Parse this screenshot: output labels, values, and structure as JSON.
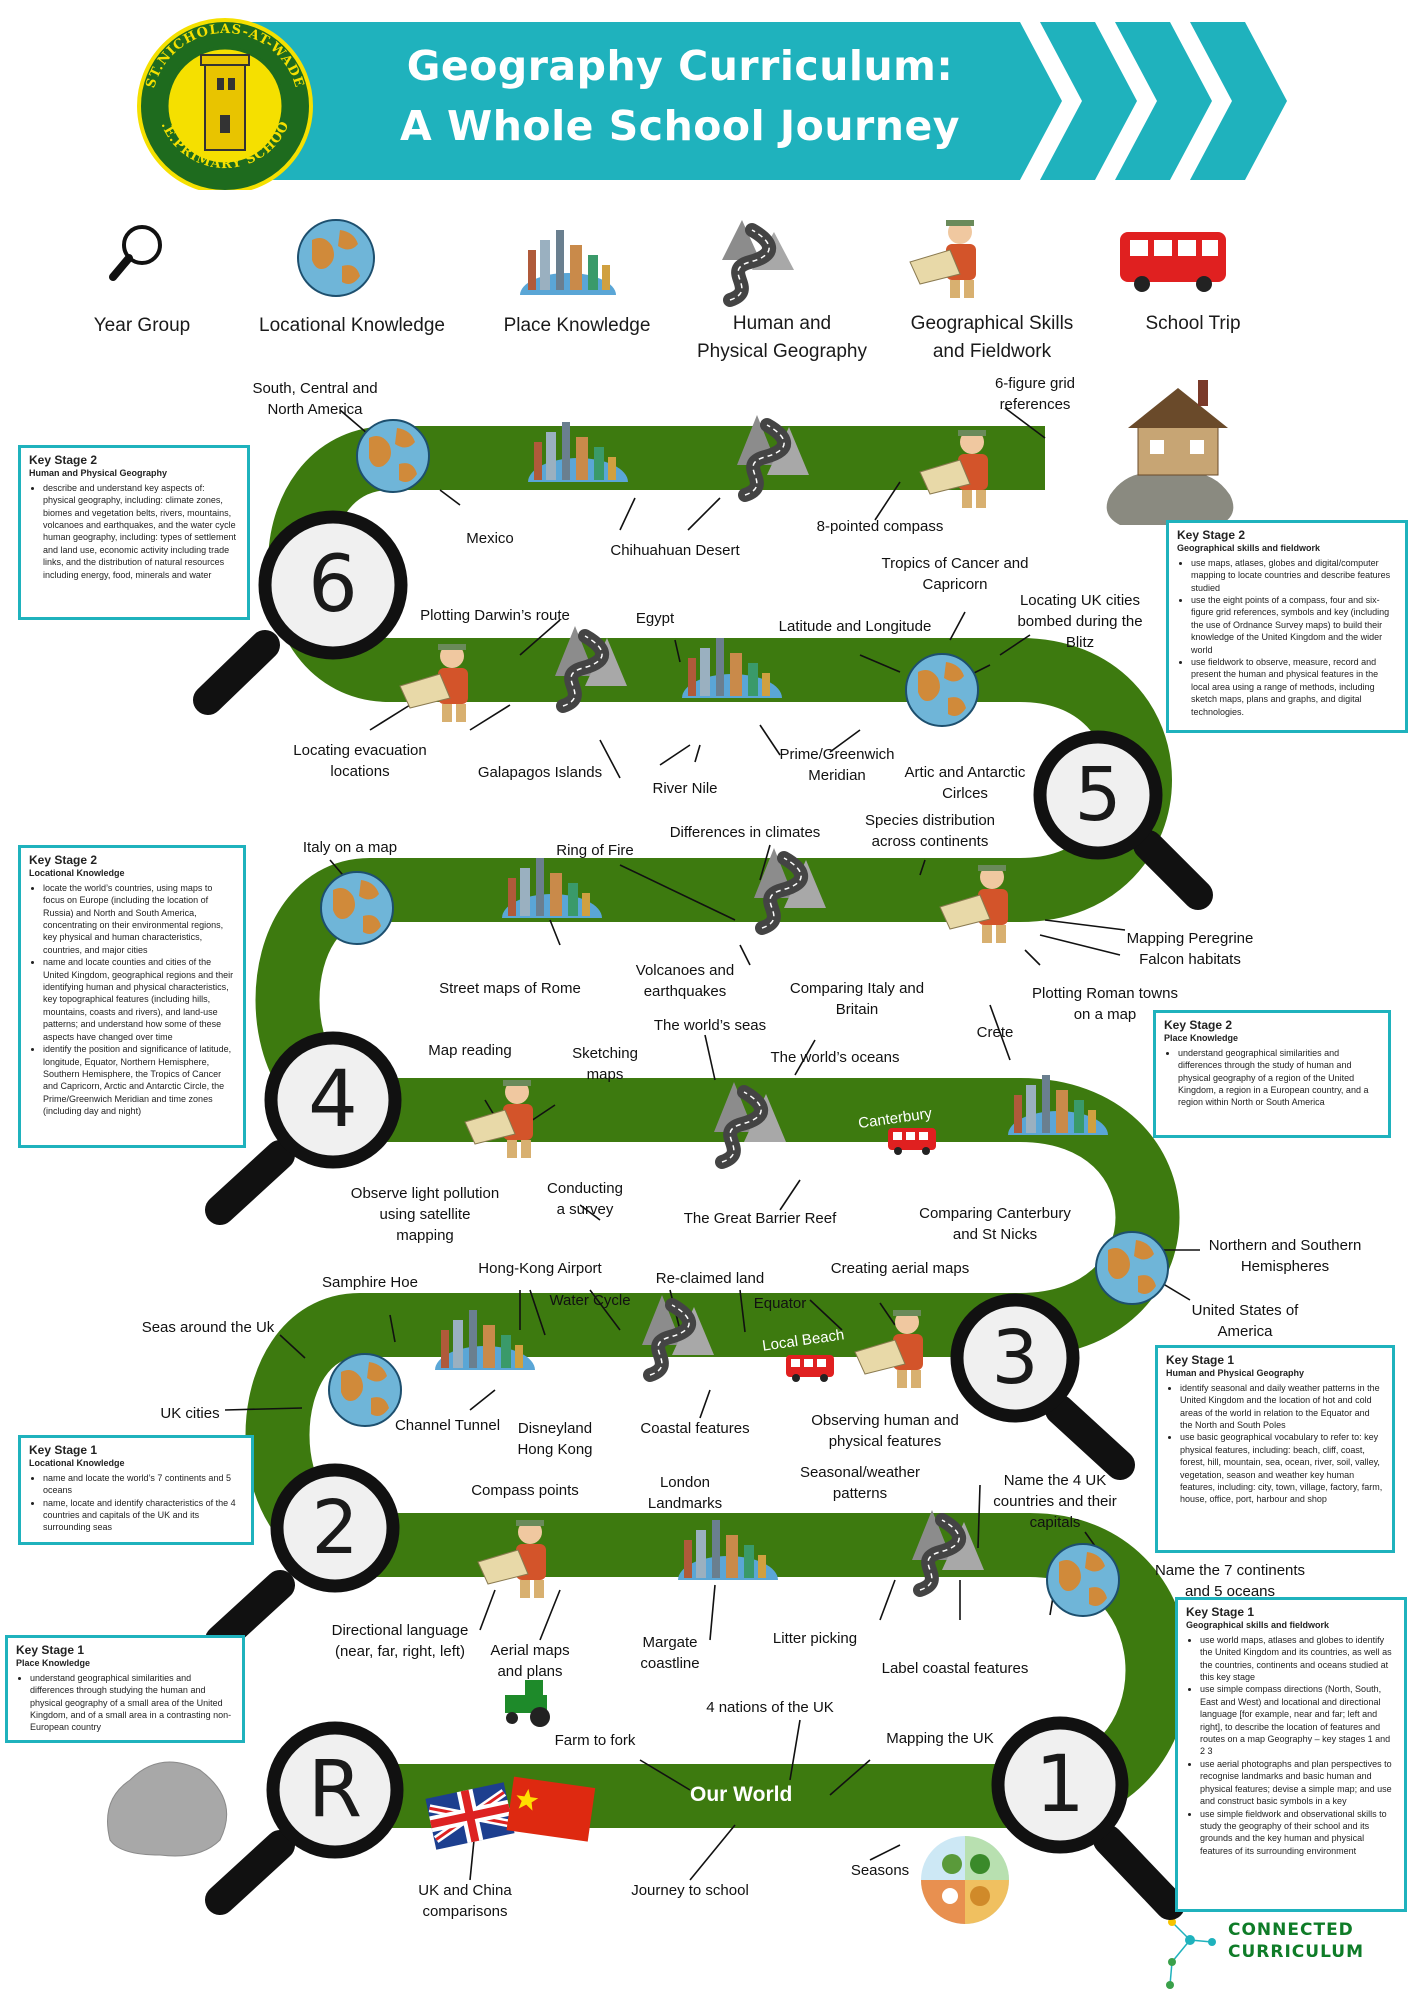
{
  "header": {
    "title_line1": "Geography Curriculum:",
    "title_line2": "A Whole School Journey",
    "logo_top_text": "ST.NICHOLAS-AT-WADE",
    "logo_bottom_text": "C.E.PRIMARY SCHOOL"
  },
  "categories": [
    {
      "label": "Year Group",
      "icon": "magnifier-icon"
    },
    {
      "label": "Locational Knowledge",
      "icon": "globe-icon"
    },
    {
      "label": "Place Knowledge",
      "icon": "landmarks-globe-icon"
    },
    {
      "label": "Human and\nPhysical Geography",
      "icon": "winding-road-icon"
    },
    {
      "label": "Geographical Skills\nand Fieldwork",
      "icon": "explorer-map-icon"
    },
    {
      "label": "School Trip",
      "icon": "red-bus-icon"
    }
  ],
  "year_numbers": {
    "y6": "6",
    "y5": "5",
    "y4": "4",
    "y3": "3",
    "y2": "2",
    "y1": "1",
    "r": "R"
  },
  "road_tags": {
    "canterbury": "Canterbury",
    "local_beach": "Local Beach",
    "our_world": "Our World"
  },
  "labels": {
    "sca": "South, Central and\nNorth America",
    "six_fig": "6-figure grid\nreferences",
    "mexico": "Mexico",
    "chihuahuan": "Chihuahuan Desert",
    "compass8": "8-pointed compass",
    "tropics": "Tropics of Cancer and\nCapricorn",
    "locating_uk": "Locating UK cities\nbombed during the\nBlitz",
    "darwin": "Plotting Darwin’s route",
    "egypt": "Egypt",
    "latlong": "Latitude and Longitude",
    "evacuation": "Locating evacuation\nlocations",
    "galapagos": "Galapagos Islands",
    "nile": "River Nile",
    "prime": "Prime/Greenwich\nMeridian",
    "arctic": "Artic and Antarctic\nCirlces",
    "italy_map": "Italy on a map",
    "ring_fire": "Ring of Fire",
    "climates": "Differences in climates",
    "species": "Species distribution\nacross continents",
    "street_maps": "Street maps of Rome",
    "volcanoes": "Volcanoes and\nearthquakes",
    "comparing_italy": "Comparing Italy and\nBritain",
    "peregrine": "Mapping Peregrine\nFalcon habitats",
    "roman": "Plotting Roman towns\non a map",
    "worlds_seas": "The world’s seas",
    "map_reading": "Map reading",
    "sketching": "Sketching\nmaps",
    "worlds_oceans": "The world’s oceans",
    "crete": "Crete",
    "light_pollution": "Observe light pollution\nusing satellite\nmapping",
    "survey": "Conducting\na survey",
    "barrier_reef": "The Great Barrier Reef",
    "comparing_cant": "Comparing Canterbury\nand St Nicks",
    "hemispheres": "Northern and Southern\nHemispheres",
    "usa": "United States of\nAmerica",
    "samphire": "Samphire Hoe",
    "hk_airport": "Hong-Kong Airport",
    "reclaimed": "Re-claimed land",
    "aerial_create": "Creating aerial maps",
    "water_cycle": "Water Cycle",
    "equator": "Equator",
    "seas_uk": "Seas around the Uk",
    "uk_cities": "UK cities",
    "channel": "Channel Tunnel",
    "disneyland": "Disneyland\nHong Kong",
    "coastal": "Coastal features",
    "observing": "Observing human and\nphysical features",
    "compass_points": "Compass points",
    "london": "London\nLandmarks",
    "seasonal": "Seasonal/weather\npatterns",
    "uk_countries": "Name the 4 UK\ncountries and their\ncapitals",
    "seven_cont": "Name the 7 continents\nand 5 oceans",
    "directional": "Directional language\n(near, far, right, left)",
    "aerial_plans": "Aerial maps\nand plans",
    "margate": "Margate\ncoastline",
    "litter": "Litter picking",
    "label_coastal": "Label coastal features",
    "four_nations": "4 nations of the UK",
    "farm": "Farm to fork",
    "mapping_uk": "Mapping the UK",
    "uk_china": "UK and China\ncomparisons",
    "journey": "Journey to school",
    "seasons": "Seasons"
  },
  "ks_boxes": {
    "box1": {
      "title": "Key Stage 2",
      "subtitle": "Human and Physical Geography",
      "items": [
        "describe and understand key aspects of: physical geography, including: climate zones, biomes and vegetation belts, rivers, mountains, volcanoes and earthquakes, and the water cycle human geography, including: types of settlement and land use, economic activity including trade links, and the distribution of natural resources including energy, food, minerals and water"
      ]
    },
    "box2": {
      "title": "Key Stage 2",
      "subtitle": "Geographical skills and fieldwork",
      "items": [
        "use maps, atlases, globes and digital/computer mapping to locate countries and describe features studied",
        "use the eight points of a compass, four and six-figure grid references, symbols and key (including the use of Ordnance Survey maps) to build their knowledge of the United Kingdom and the wider world",
        "use fieldwork to observe, measure, record and present the human and physical features in the local area using a range of methods, including sketch maps, plans and graphs, and digital technologies."
      ]
    },
    "box3": {
      "title": "Key Stage 2",
      "subtitle": "Locational Knowledge",
      "items": [
        "locate the world’s countries, using maps to focus on Europe (including the location of Russia) and North and South America, concentrating on their environmental regions, key physical and human characteristics, countries, and major cities",
        "name and locate counties and cities of the United Kingdom, geographical regions and their identifying human and physical characteristics, key topographical features (including hills, mountains, coasts and rivers), and land-use patterns; and understand how some of these aspects have changed over time",
        "identify the position and significance of latitude, longitude, Equator, Northern Hemisphere, Southern Hemisphere, the Tropics of Cancer and Capricorn, Arctic and Antarctic Circle, the Prime/Greenwich Meridian and time zones (including day and night)"
      ]
    },
    "box4": {
      "title": "Key Stage 2",
      "subtitle": "Place Knowledge",
      "items": [
        "understand geographical similarities and differences through the study of human and physical geography of a region of the United Kingdom, a region in a European country, and a region within North or South America"
      ]
    },
    "box5": {
      "title": "Key Stage 1",
      "subtitle": "Human and Physical Geography",
      "items": [
        "identify seasonal and daily weather patterns in the United Kingdom and the location of hot and cold areas of the world in relation to the Equator and the North and South Poles",
        "use basic geographical vocabulary to refer to: key physical features, including: beach, cliff, coast, forest, hill, mountain, sea, ocean, river, soil, valley, vegetation, season and weather key human features, including: city, town, village, factory, farm, house, office, port, harbour and shop"
      ]
    },
    "box6": {
      "title": "Key Stage 1",
      "subtitle": "Locational Knowledge",
      "items": [
        "name and locate the world’s 7 continents and 5 oceans",
        "name, locate and identify characteristics of the 4 countries and capitals of the UK and its surrounding seas"
      ]
    },
    "box7": {
      "title": "Key Stage 1",
      "subtitle": "Place Knowledge",
      "items": [
        "understand geographical similarities and differences through studying the human and physical geography of a small area of the United Kingdom, and of a small area in a contrasting non-European country"
      ]
    },
    "box8": {
      "title": "Key Stage 1",
      "subtitle": "Geographical skills and fieldwork",
      "items": [
        "use world maps, atlases and globes to identify the United Kingdom and its countries, as well as the countries, continents and oceans studied at this key stage",
        "use simple compass directions (North, South, East and West) and locational and directional language [for example, near and far; left and right], to describe the location of features and routes on a map Geography – key stages 1 and 2 3",
        "use aerial photographs and plan perspectives to recognise landmarks and basic human and physical features; devise a simple map; and use and construct basic symbols in a key",
        "use simple fieldwork and observational skills to study the geography of their school and its grounds and the key human and physical features of its surrounding environment"
      ]
    }
  },
  "footer": {
    "brand_line1": "CONNECTED",
    "brand_line2": "CURRICULUM"
  },
  "colors": {
    "teal": "#1fb2bd",
    "road_green": "#3d7a0f",
    "logo_green": "#1e6b1e",
    "logo_yellow": "#f5e000"
  }
}
